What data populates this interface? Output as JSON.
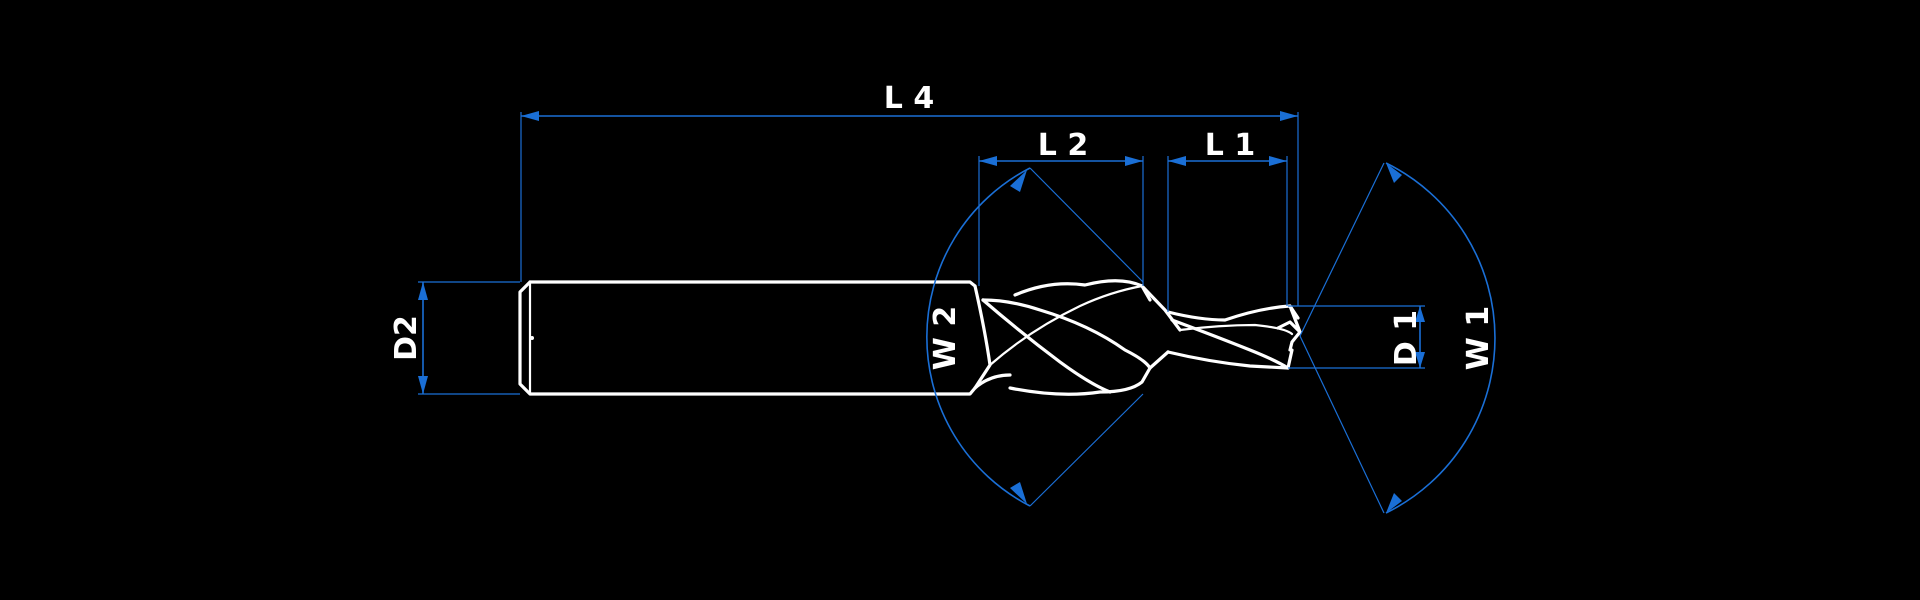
{
  "drawing": {
    "labels": {
      "l4": "L 4",
      "l2": "L 2",
      "l1": "L 1",
      "d2": "D2",
      "w2": "W 2",
      "d1": "D 1",
      "w1": "W 1"
    },
    "colors": {
      "background": "#000000",
      "dimension": "#1a6fd6",
      "outline": "#ffffff"
    }
  }
}
